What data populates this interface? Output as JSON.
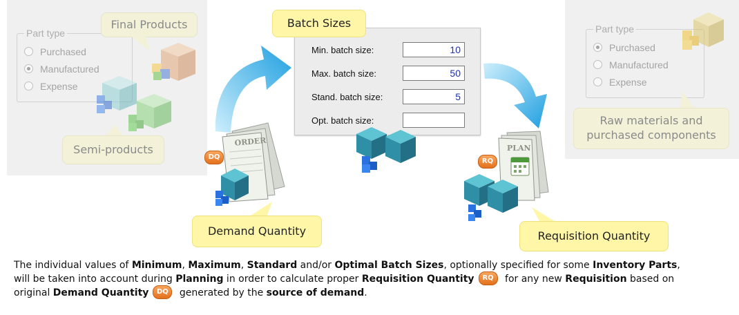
{
  "left_panel": {
    "legend": "Part type",
    "options": [
      "Purchased",
      "Manufactured",
      "Expense"
    ],
    "selected": "Manufactured",
    "final_products_label": "Final Products",
    "semi_products_label": "Semi-products"
  },
  "batch_sizes": {
    "title": "Batch Sizes",
    "rows": [
      {
        "label": "Min. batch size:",
        "value": "10"
      },
      {
        "label": "Max. batch size:",
        "value": "50"
      },
      {
        "label": "Stand. batch size:",
        "value": "5"
      },
      {
        "label": "Opt. batch size:",
        "value": ""
      }
    ]
  },
  "right_panel": {
    "legend": "Part type",
    "options": [
      "Purchased",
      "Manufactured",
      "Expense"
    ],
    "selected": "Purchased",
    "raw_label": "Raw materials and purchased components"
  },
  "order_doc": {
    "text": "ORDER",
    "badge": "DQ",
    "callout": "Demand Quantity"
  },
  "plan_doc": {
    "text": "PLAN",
    "badge": "RQ",
    "callout": "Requisition Quantity"
  },
  "description": {
    "t1": "The individual values of ",
    "b1": "Minimum",
    "t2": ", ",
    "b2": "Maximum",
    "t3": ", ",
    "b3": "Standard",
    "t4": " and/or ",
    "b4": "Optimal Batch Sizes",
    "t5": ", optionally specified for some ",
    "b5": "Inventory Parts",
    "t6": ",",
    "t7": "will be taken into account during ",
    "b6": "Planning",
    "t8": " in order to calculate proper ",
    "b7": "Requisition Quantity",
    "badge_rq": "RQ",
    "t9": " for any new ",
    "b8": "Requisition",
    "t10": " based on",
    "t11": "original ",
    "b9": "Demand Quantity",
    "badge_dq": "DQ",
    "t12": " generated by the ",
    "b10": "source of demand",
    "t13": "."
  },
  "colors": {
    "arrow": "#1f9fe0",
    "callout": "#fff6a8",
    "badge": "#e97a24",
    "value_text": "#1a2fb5"
  }
}
